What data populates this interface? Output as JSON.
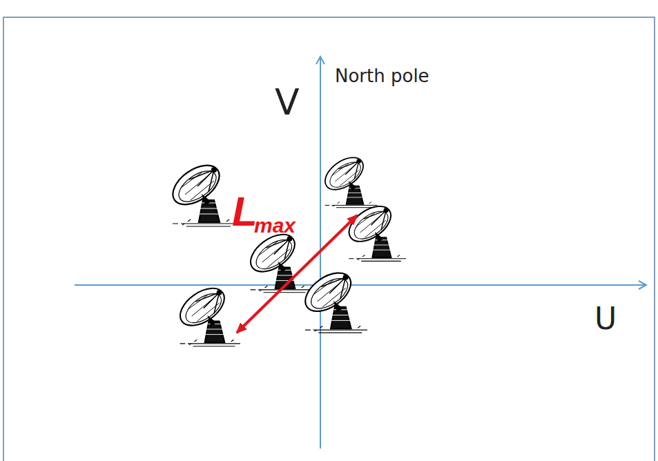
{
  "diagram": {
    "labels": [
      "North pole",
      "V",
      "U",
      "L",
      "max"
    ]
  }
}
